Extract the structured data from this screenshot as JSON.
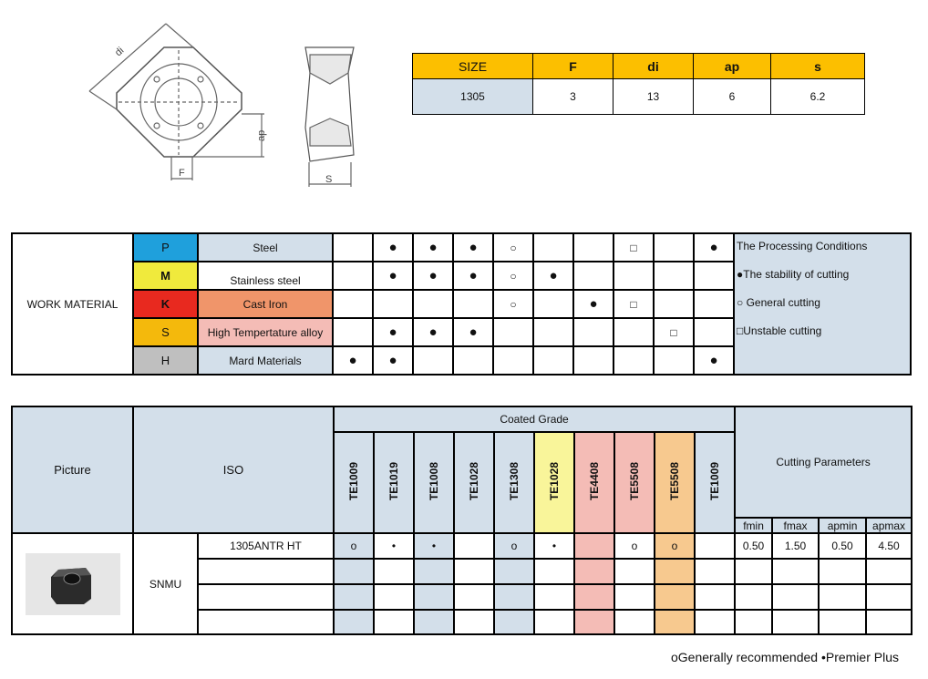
{
  "size_table": {
    "headers": [
      "SIZE",
      "F",
      "di",
      "ap",
      "s"
    ],
    "row": [
      "1305",
      "3",
      "13",
      "6",
      "6.2"
    ]
  },
  "diagram": {
    "labels": {
      "di": "di",
      "ap": "ap",
      "f": "F",
      "s": "S"
    }
  },
  "work_material": {
    "label": "WORK MATERIAL",
    "rows": [
      {
        "letter": "P",
        "name": "Steel",
        "letter_color": "#1fa0dc",
        "name_color": "#d3dfea",
        "marks": [
          "",
          "●",
          "●",
          "●",
          "○",
          "",
          "",
          "□",
          "",
          "●"
        ]
      },
      {
        "letter": "M",
        "name": "Stainless steel",
        "letter_color": "#f0ea3c",
        "name_color": "#ffffff",
        "marks": [
          "",
          "●",
          "●",
          "●",
          "○",
          "●",
          "",
          "",
          "",
          ""
        ]
      },
      {
        "letter": "K",
        "name": "Cast Iron",
        "letter_color": "#e8291f",
        "name_color": "#f0956a",
        "marks": [
          "",
          "",
          "",
          "",
          "○",
          "",
          "●",
          "□",
          "",
          ""
        ]
      },
      {
        "letter": "S",
        "name": "High Tempertature alloy",
        "letter_color": "#f4b90c",
        "name_color": "#f4bcb6",
        "marks": [
          "",
          "●",
          "●",
          "●",
          "",
          "",
          "",
          "",
          "□",
          ""
        ]
      },
      {
        "letter": "H",
        "name": "Mard Materials",
        "letter_color": "#bfbfbf",
        "name_color": "#d3dfea",
        "marks": [
          "●",
          "●",
          "",
          "",
          "",
          "",
          "",
          "",
          "",
          "●"
        ]
      }
    ],
    "legend": [
      "The Processing Conditions",
      "●The stability of cutting",
      "○ General cutting",
      "□Unstable cutting"
    ]
  },
  "grade_table": {
    "picture_label": "Picture",
    "iso_label": "ISO",
    "coated_label": "Coated Grade",
    "cutting_label": "Cutting Parameters",
    "grades": [
      "TE1009",
      "TE1019",
      "TE1008",
      "TE1028",
      "TE1308",
      "TE1028",
      "TE4408",
      "TE5508",
      "TE5508",
      "TE1009"
    ],
    "param_headers": [
      "fmin",
      "fmax",
      "apmin",
      "apmax"
    ],
    "family": "SNMU",
    "rows": [
      {
        "code": "1305ANTR HT",
        "marks": [
          "o",
          "•",
          "•",
          "",
          "o",
          "•",
          "",
          "o",
          "o",
          ""
        ],
        "params": [
          "0.50",
          "1.50",
          "0.50",
          "4.50"
        ]
      },
      {
        "code": "",
        "marks": [
          "",
          "",
          "",
          "",
          "",
          "",
          "",
          "",
          "",
          ""
        ],
        "params": [
          "",
          "",
          "",
          ""
        ]
      },
      {
        "code": "",
        "marks": [
          "",
          "",
          "",
          "",
          "",
          "",
          "",
          "",
          "",
          ""
        ],
        "params": [
          "",
          "",
          "",
          ""
        ]
      },
      {
        "code": "",
        "marks": [
          "",
          "",
          "",
          "",
          "",
          "",
          "",
          "",
          "",
          ""
        ],
        "params": [
          "",
          "",
          "",
          ""
        ]
      }
    ]
  },
  "footer": "oGenerally recommended  •Premier Plus"
}
